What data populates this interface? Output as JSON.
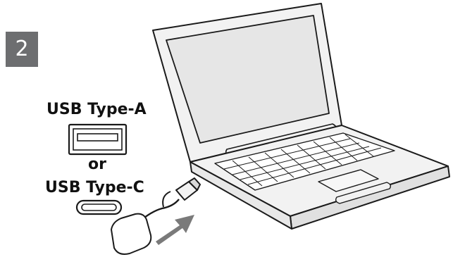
{
  "step": {
    "number": "2"
  },
  "ports": {
    "type_a_label": "USB Type-A",
    "or_label": "or",
    "type_c_label": "USB Type-C"
  },
  "icons": [
    "usb-type-a-port-icon",
    "usb-type-c-port-icon",
    "laptop-icon",
    "usb-dongle-icon",
    "insert-arrow-icon"
  ],
  "colors": {
    "badge_bg": "#6d6e70",
    "laptop_fill": "#f2f2f2",
    "screen_fill": "#e6e6e6",
    "arrow_fill": "#7a7a7a",
    "line": "#1a1a1a"
  }
}
